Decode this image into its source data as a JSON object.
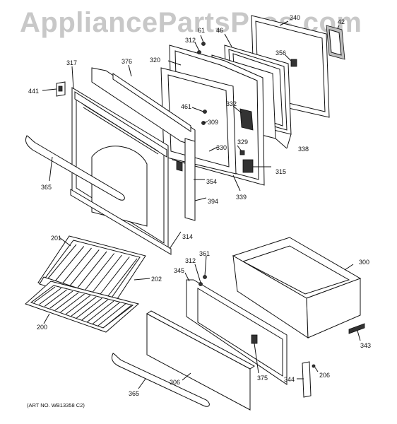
{
  "watermark": "AppliancePartsPros.com",
  "art_number": "(ART NO. WB13358 C2)",
  "callouts": {
    "c61": "61",
    "c46": "46",
    "c340": "340",
    "c42": "42",
    "c312a": "312",
    "c356": "356",
    "c320": "320",
    "c376": "376",
    "c317": "317",
    "c441": "441",
    "c461": "461",
    "c332": "332",
    "c309": "309",
    "c329": "329",
    "c338": "338",
    "c330": "330",
    "c315": "315",
    "c354": "354",
    "c339": "339",
    "c365a": "365",
    "c394": "394",
    "c314": "314",
    "c201": "201",
    "c361": "361",
    "c312b": "312",
    "c345": "345",
    "c300": "300",
    "c202": "202",
    "c200": "200",
    "c343": "343",
    "c375": "375",
    "c206": "206",
    "c344": "344",
    "c306": "306",
    "c365b": "365"
  }
}
